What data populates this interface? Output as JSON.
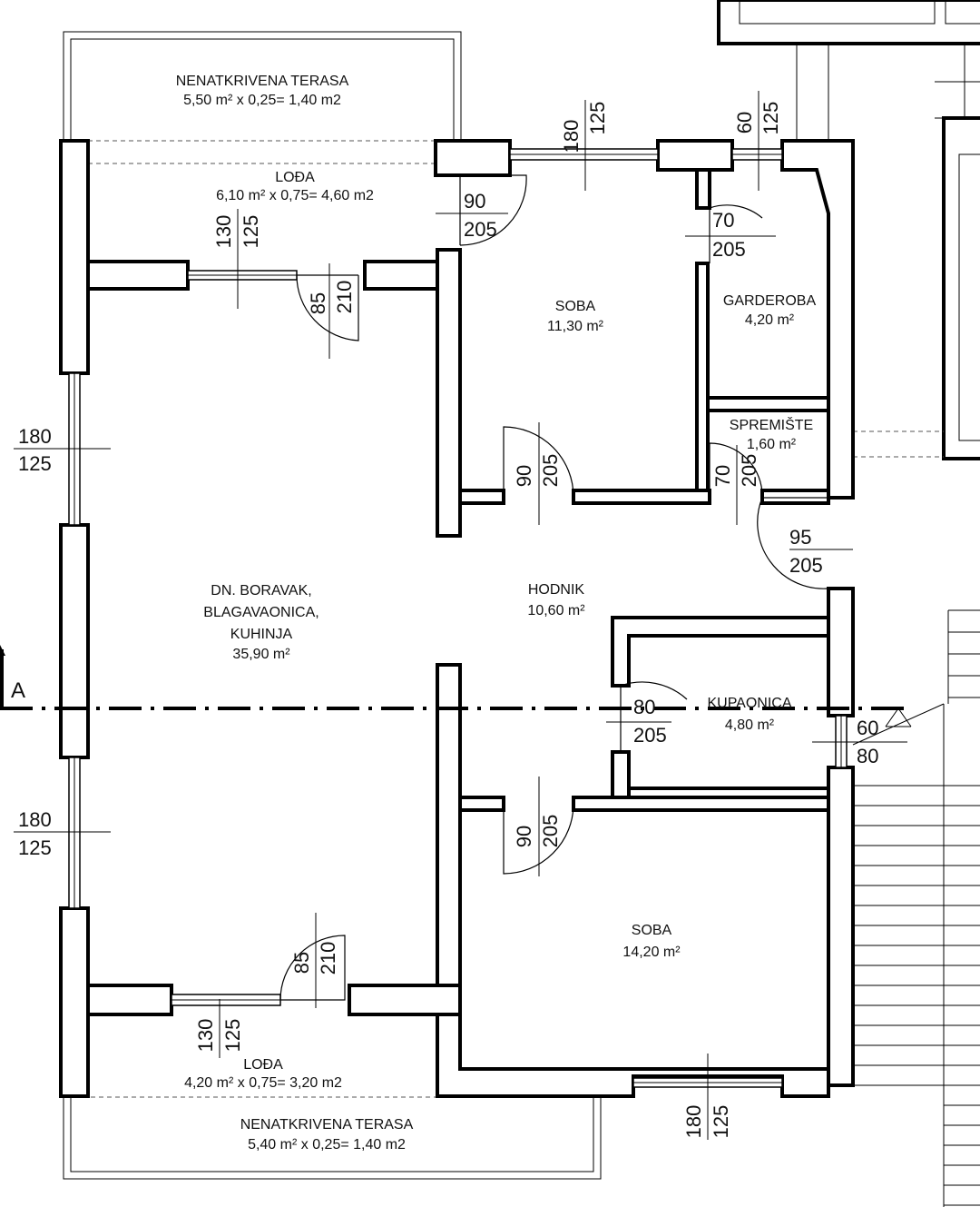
{
  "rooms": {
    "terrace_top": {
      "name": "NENATKRIVENA TERASA",
      "area": "5,50 m² x 0,25= 1,40 m2"
    },
    "loggia_top": {
      "name": "LOĐA",
      "area": "6,10 m² x 0,75= 4,60 m2"
    },
    "living": {
      "line1": "DN. BORAVAK,",
      "line2": "BLAGAVAONICA,",
      "line3": "KUHINJA",
      "area": "35,90 m²"
    },
    "bedroom_top": {
      "name": "SOBA",
      "area": "11,30 m²"
    },
    "wardrobe": {
      "name": "GARDEROBA",
      "area": "4,20 m²"
    },
    "storage": {
      "name": "SPREMIŠTE",
      "area": "1,60 m²"
    },
    "hallway": {
      "name": "HODNIK",
      "area": "10,60 m²"
    },
    "bathroom": {
      "name": "KUPAONICA",
      "area": "4,80 m²"
    },
    "bedroom_bottom": {
      "name": "SOBA",
      "area": "14,20 m²"
    },
    "loggia_bottom": {
      "name": "LOĐA",
      "area": "4,20 m² x 0,75= 3,20 m2"
    },
    "terrace_bottom": {
      "name": "NENATKRIVENA TERASA",
      "area": "5,40 m² x 0,25= 1,40 m2"
    }
  },
  "section_marker": "A",
  "openings": {
    "w_top_soba": [
      "180",
      "125"
    ],
    "w_top_garderoba": [
      "60",
      "125"
    ],
    "d_soba_loggia": [
      "90",
      "205"
    ],
    "d_garderoba": [
      "70",
      "205"
    ],
    "w_loggia_top": [
      "130",
      "125"
    ],
    "d_loggia_top": [
      "85",
      "210"
    ],
    "w_left_upper": [
      "180",
      "125"
    ],
    "d_soba_top": [
      "90",
      "205"
    ],
    "d_spremiste": [
      "70",
      "205"
    ],
    "d_entrance": [
      "95",
      "205"
    ],
    "d_bathroom": [
      "80",
      "205"
    ],
    "w_bathroom": [
      "60",
      "80"
    ],
    "w_left_lower": [
      "180",
      "125"
    ],
    "d_soba_bottom": [
      "90",
      "205"
    ],
    "d_loggia_bottom": [
      "85",
      "210"
    ],
    "w_loggia_bottom": [
      "130",
      "125"
    ],
    "w_bottom_soba": [
      "180",
      "125"
    ]
  }
}
